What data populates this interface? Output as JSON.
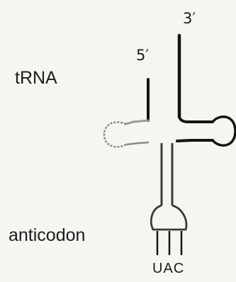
{
  "labels": {
    "molecule": "tRNA",
    "anticodon_region": "anticodon",
    "end_5": "5′",
    "end_3": "3′",
    "anticodon_sequence": "UAC"
  },
  "colors": {
    "strand": "#141414",
    "faded_loop": "#8a8a8a",
    "background": "#f5f5f2"
  }
}
